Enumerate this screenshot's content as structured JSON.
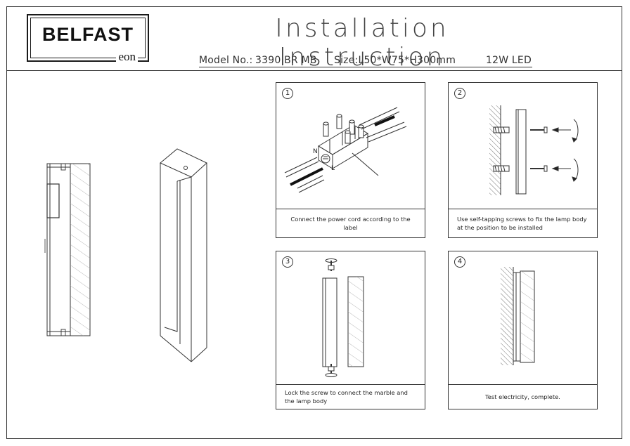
{
  "brand": {
    "name": "BELFAST",
    "sub": "eon"
  },
  "title": "Installation Instruction",
  "model": {
    "model_label": "Model No.:",
    "model_value": "3390 BR MB",
    "size": "Size:L50*W75*H300mm",
    "power": "12W LED"
  },
  "steps": [
    {
      "number": "1",
      "caption": "Connect the power cord according to the label"
    },
    {
      "number": "2",
      "caption": "Use self-tapping screws to fix the lamp body at the position to be installed"
    },
    {
      "number": "3",
      "caption": "Lock the screw to connect the marble and the lamp body"
    },
    {
      "number": "4",
      "caption": "Test electricity, complete."
    }
  ],
  "wire_labels": {
    "neutral": "N",
    "earth": "⏚",
    "live": "L"
  },
  "colors": {
    "line": "#333333",
    "hatch": "#777777",
    "fill_dark": "#222222"
  }
}
